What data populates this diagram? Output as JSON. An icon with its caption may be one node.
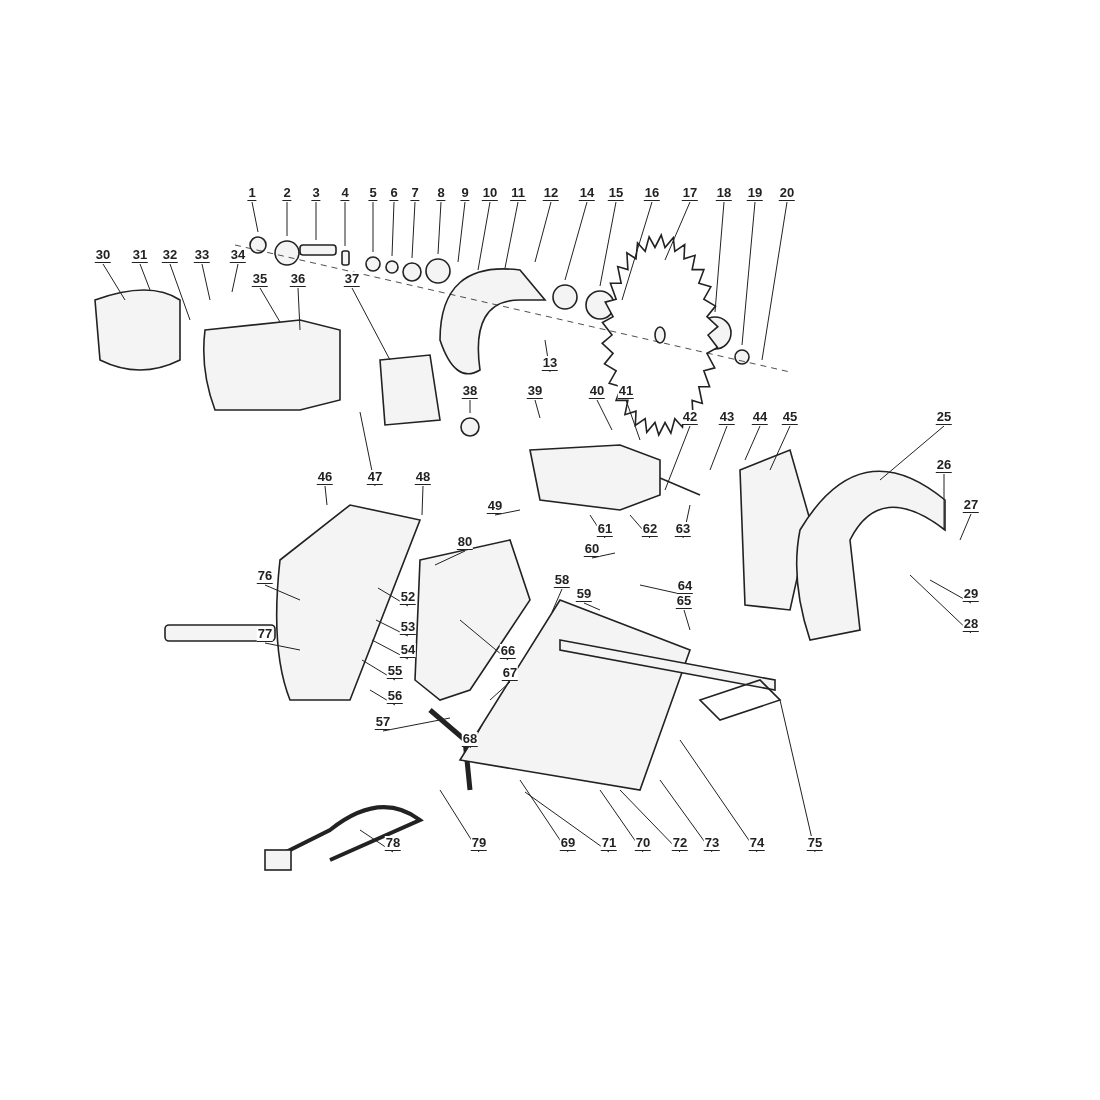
{
  "diagram": {
    "nodes": [
      {
        "text": [
          "1"
        ]
      },
      {
        "text": [
          "2"
        ]
      },
      {
        "text": [
          "3"
        ]
      },
      {
        "text": [
          "4"
        ]
      },
      {
        "text": [
          "5"
        ]
      },
      {
        "text": [
          "6"
        ]
      },
      {
        "text": [
          "7"
        ]
      },
      {
        "text": [
          "8"
        ]
      },
      {
        "text": [
          "9"
        ]
      },
      {
        "text": [
          "10"
        ]
      },
      {
        "text": [
          "11"
        ]
      },
      {
        "text": [
          "12"
        ]
      },
      {
        "text": [
          "14"
        ]
      },
      {
        "text": [
          "15"
        ]
      },
      {
        "text": [
          "16"
        ]
      },
      {
        "text": [
          "17"
        ]
      },
      {
        "text": [
          "18"
        ]
      },
      {
        "text": [
          "19"
        ]
      },
      {
        "text": [
          "20"
        ]
      },
      {
        "text": [
          "30"
        ]
      },
      {
        "text": [
          "31"
        ]
      },
      {
        "text": [
          "32"
        ]
      },
      {
        "text": [
          "33"
        ]
      },
      {
        "text": [
          "34"
        ]
      },
      {
        "text": [
          "35"
        ]
      },
      {
        "text": [
          "36"
        ]
      },
      {
        "text": [
          "37"
        ]
      },
      {
        "text": [
          "13"
        ]
      },
      {
        "text": [
          "38"
        ]
      },
      {
        "text": [
          "39"
        ]
      },
      {
        "text": [
          "40"
        ]
      },
      {
        "text": [
          "41"
        ]
      },
      {
        "text": [
          "42"
        ]
      },
      {
        "text": [
          "43"
        ]
      },
      {
        "text": [
          "44"
        ]
      },
      {
        "text": [
          "45"
        ]
      },
      {
        "text": [
          "25"
        ]
      },
      {
        "text": [
          "46"
        ]
      },
      {
        "text": [
          "47"
        ]
      },
      {
        "text": [
          "48"
        ]
      },
      {
        "text": [
          "26"
        ]
      },
      {
        "text": [
          "27"
        ]
      },
      {
        "text": [
          "49"
        ]
      },
      {
        "text": [
          "61"
        ]
      },
      {
        "text": [
          "62"
        ]
      },
      {
        "text": [
          "63"
        ]
      },
      {
        "text": [
          "80"
        ]
      },
      {
        "text": [
          "60"
        ]
      },
      {
        "text": [
          "58"
        ]
      },
      {
        "text": [
          "59"
        ]
      },
      {
        "text": [
          "64"
        ]
      },
      {
        "text": [
          "76"
        ]
      },
      {
        "text": [
          "52"
        ]
      },
      {
        "text": [
          "65"
        ]
      },
      {
        "text": [
          "29"
        ]
      },
      {
        "text": [
          "53"
        ]
      },
      {
        "text": [
          "28"
        ]
      },
      {
        "text": [
          "77"
        ]
      },
      {
        "text": [
          "54"
        ]
      },
      {
        "text": [
          "66"
        ]
      },
      {
        "text": [
          "55"
        ]
      },
      {
        "text": [
          "67"
        ]
      },
      {
        "text": [
          "56"
        ]
      },
      {
        "text": [
          "57"
        ]
      },
      {
        "text": [
          "68"
        ]
      },
      {
        "text": [
          "78"
        ]
      },
      {
        "text": [
          "79"
        ]
      },
      {
        "text": [
          "69"
        ]
      },
      {
        "text": [
          "71"
        ]
      },
      {
        "text": [
          "70"
        ]
      },
      {
        "text": [
          "72"
        ]
      },
      {
        "text": [
          "73"
        ]
      },
      {
        "text": [
          "74"
        ]
      },
      {
        "text": [
          "75"
        ]
      }
    ],
    "edges": [
      {
        "from": 0,
        "to": null,
        "arrow": "none"
      },
      {
        "from": 1,
        "to": null,
        "arrow": "none"
      },
      {
        "from": 2,
        "to": null,
        "arrow": "none"
      },
      {
        "from": 3,
        "to": null,
        "arrow": "none"
      },
      {
        "from": 4,
        "to": null,
        "arrow": "none"
      },
      {
        "from": 5,
        "to": null,
        "arrow": "none"
      },
      {
        "from": 6,
        "to": null,
        "arrow": "none"
      },
      {
        "from": 7,
        "to": null,
        "arrow": "none"
      },
      {
        "from": 8,
        "to": null,
        "arrow": "none"
      },
      {
        "from": 9,
        "to": null,
        "arrow": "none"
      },
      {
        "from": 10,
        "to": null,
        "arrow": "none"
      },
      {
        "from": 11,
        "to": null,
        "arrow": "none"
      },
      {
        "from": 12,
        "to": null,
        "arrow": "none"
      },
      {
        "from": 13,
        "to": null,
        "arrow": "none"
      },
      {
        "from": 14,
        "to": null,
        "arrow": "none"
      },
      {
        "from": 15,
        "to": null,
        "arrow": "none"
      },
      {
        "from": 16,
        "to": null,
        "arrow": "none"
      },
      {
        "from": 17,
        "to": null,
        "arrow": "none"
      },
      {
        "from": 18,
        "to": null,
        "arrow": "none"
      },
      {
        "from": 19,
        "to": null,
        "arrow": "none"
      },
      {
        "from": 20,
        "to": null,
        "arrow": "none"
      },
      {
        "from": 21,
        "to": null,
        "arrow": "none"
      },
      {
        "from": 22,
        "to": null,
        "arrow": "none"
      },
      {
        "from": 23,
        "to": null,
        "arrow": "none"
      },
      {
        "from": 24,
        "to": null,
        "arrow": "none"
      },
      {
        "from": 25,
        "to": null,
        "arrow": "none"
      },
      {
        "from": 26,
        "to": null,
        "arrow": "none"
      },
      {
        "from": 27,
        "to": null,
        "arrow": "none"
      },
      {
        "from": 28,
        "to": null,
        "arrow": "none"
      },
      {
        "from": 29,
        "to": null,
        "arrow": "none"
      },
      {
        "from": 30,
        "to": null,
        "arrow": "none"
      },
      {
        "from": 31,
        "to": null,
        "arrow": "none"
      },
      {
        "from": 32,
        "to": null,
        "arrow": "none"
      },
      {
        "from": 33,
        "to": null,
        "arrow": "none"
      },
      {
        "from": 34,
        "to": null,
        "arrow": "none"
      },
      {
        "from": 35,
        "to": null,
        "arrow": "none"
      },
      {
        "from": 36,
        "to": null,
        "arrow": "none"
      },
      {
        "from": 37,
        "to": null,
        "arrow": "none"
      },
      {
        "from": 38,
        "to": null,
        "arrow": "none"
      },
      {
        "from": 39,
        "to": null,
        "arrow": "none"
      },
      {
        "from": 40,
        "to": null,
        "arrow": "none"
      },
      {
        "from": 41,
        "to": null,
        "arrow": "none"
      },
      {
        "from": 42,
        "to": null,
        "arrow": "none"
      },
      {
        "from": 43,
        "to": null,
        "arrow": "none"
      },
      {
        "from": 44,
        "to": null,
        "arrow": "none"
      },
      {
        "from": 45,
        "to": null,
        "arrow": "none"
      },
      {
        "from": 46,
        "to": null,
        "arrow": "none"
      },
      {
        "from": 47,
        "to": null,
        "arrow": "none"
      },
      {
        "from": 48,
        "to": null,
        "arrow": "none"
      },
      {
        "from": 49,
        "to": null,
        "arrow": "none"
      },
      {
        "from": 50,
        "to": null,
        "arrow": "none"
      },
      {
        "from": 51,
        "to": null,
        "arrow": "none"
      },
      {
        "from": 52,
        "to": null,
        "arrow": "none"
      },
      {
        "from": 53,
        "to": null,
        "arrow": "none"
      },
      {
        "from": 54,
        "to": null,
        "arrow": "none"
      },
      {
        "from": 55,
        "to": null,
        "arrow": "none"
      },
      {
        "from": 56,
        "to": null,
        "arrow": "none"
      },
      {
        "from": 57,
        "to": null,
        "arrow": "none"
      },
      {
        "from": 58,
        "to": null,
        "arrow": "none"
      },
      {
        "from": 59,
        "to": null,
        "arrow": "none"
      },
      {
        "from": 60,
        "to": null,
        "arrow": "none"
      },
      {
        "from": 61,
        "to": null,
        "arrow": "none"
      },
      {
        "from": 62,
        "to": null,
        "arrow": "none"
      },
      {
        "from": 63,
        "to": null,
        "arrow": "none"
      },
      {
        "from": 64,
        "to": null,
        "arrow": "none"
      },
      {
        "from": 65,
        "to": null,
        "arrow": "none"
      },
      {
        "from": 66,
        "to": null,
        "arrow": "none"
      },
      {
        "from": 67,
        "to": null,
        "arrow": "none"
      },
      {
        "from": 68,
        "to": null,
        "arrow": "none"
      },
      {
        "from": 69,
        "to": null,
        "arrow": "none"
      },
      {
        "from": 70,
        "to": null,
        "arrow": "none"
      },
      {
        "from": 71,
        "to": null,
        "arrow": "none"
      },
      {
        "from": 72,
        "to": null,
        "arrow": "none"
      },
      {
        "from": 73,
        "to": null,
        "arrow": "none"
      }
    ]
  }
}
